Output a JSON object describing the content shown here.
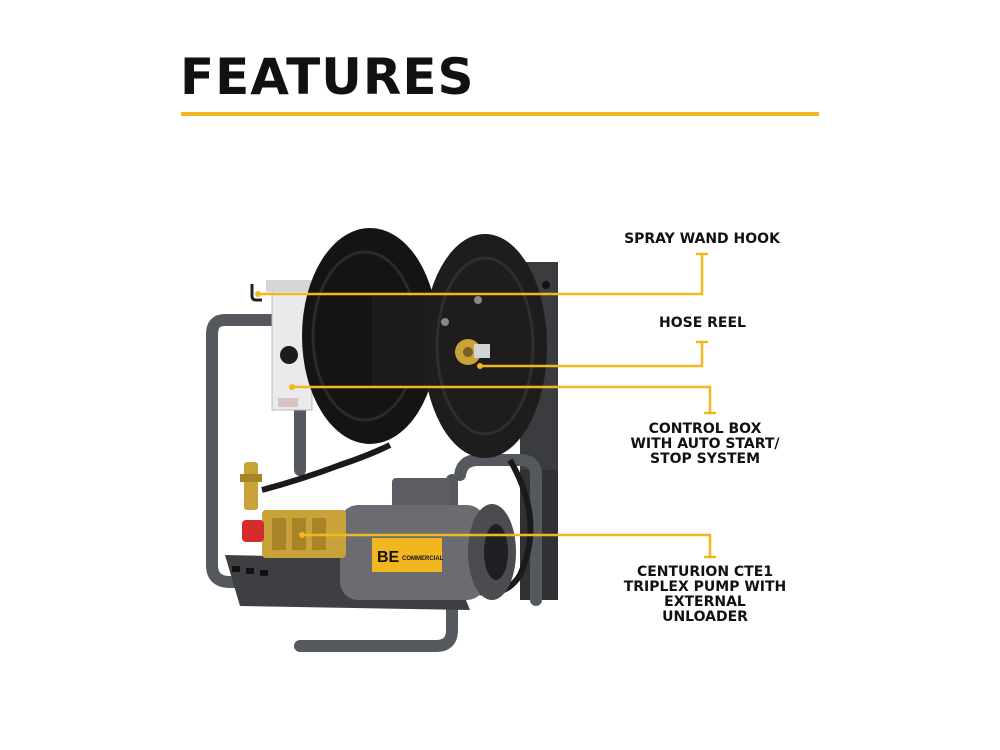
{
  "header": {
    "title": "FEATURES"
  },
  "colors": {
    "accent": "#f2b71f",
    "text": "#111111",
    "frame": "#4a4c50",
    "reel": "#1b1b1c",
    "brass": "#c9a23a",
    "box": "#e9eaec"
  },
  "product": {
    "badge_logo": "BE",
    "badge_text": "COMMERCIAL"
  },
  "callouts": [
    {
      "lines": [
        "SPRAY WAND HOOK"
      ]
    },
    {
      "lines": [
        "HOSE REEL"
      ]
    },
    {
      "lines": [
        "CONTROL BOX",
        "WITH AUTO START/",
        "STOP SYSTEM"
      ]
    },
    {
      "lines": [
        "CENTURION CTE1",
        "TRIPLEX PUMP WITH",
        "EXTERNAL",
        "UNLOADER"
      ]
    }
  ]
}
